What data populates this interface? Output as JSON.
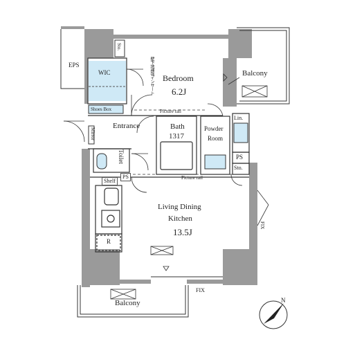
{
  "rooms": {
    "bedroom": {
      "name": "Bedroom",
      "size": "6.2J"
    },
    "bath": {
      "name": "Bath",
      "size": "1317"
    },
    "ldk": {
      "line1": "Living Dining",
      "line2": "Kitchen",
      "size": "13.5J"
    },
    "powder": {
      "line1": "Powder",
      "line2": "Room"
    },
    "entrance": "Entrance",
    "wic": "WIC",
    "toilet": "Toilet",
    "balcony_top": "Balcony",
    "balcony_bottom": "Balcony"
  },
  "labels": {
    "eps": "EPS",
    "sto_top": "Sto.",
    "sto_lower": "Sto.",
    "shoes_box": "Shoes Box",
    "mirror": "Mirror",
    "picture_rail_top": "Picture rail",
    "picture_rail_bottom": "Picture rail",
    "lin": "Lin.",
    "ps_right": "PS",
    "ps_toilet": "PS",
    "shelf": "Shelf",
    "refrigerator": "R",
    "fix_right": "FIX",
    "fix_bottom": "FIX",
    "wall_note": "壁下地補強インサート"
  },
  "compass": {
    "north": "N"
  },
  "colors": {
    "wall": "#9a9a9a",
    "accent": "#cfe9f6",
    "line": "#333333"
  }
}
